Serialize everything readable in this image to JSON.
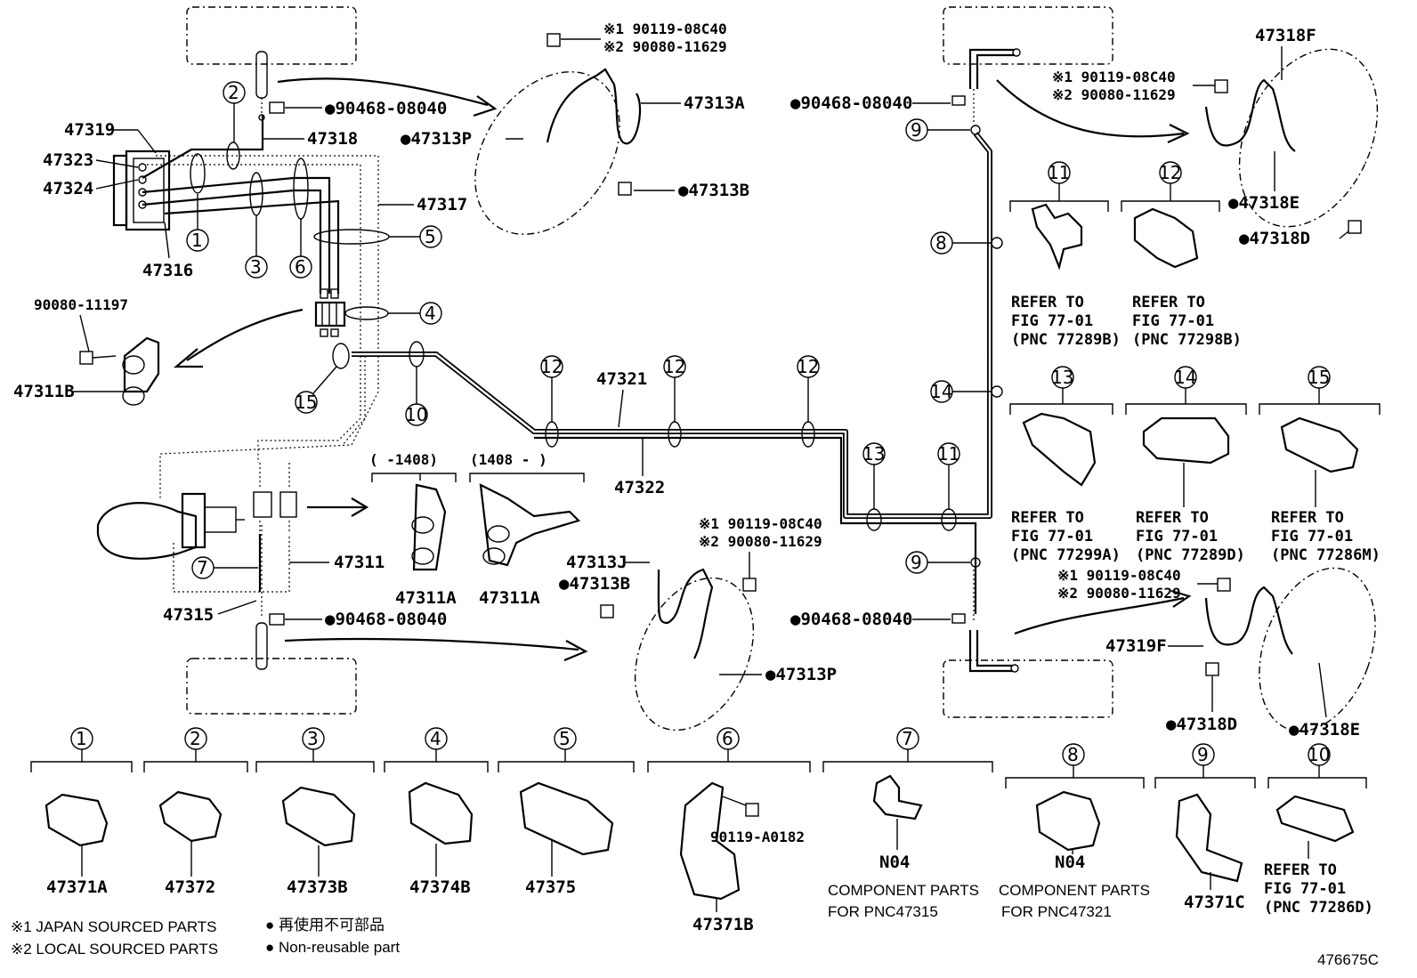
{
  "parts": {
    "p47319": "47319",
    "p47323": "47323",
    "p47324": "47324",
    "p47316": "47316",
    "p47318": "47318",
    "p47317": "47317",
    "p90080_11197": "90080-11197",
    "p47311B": "47311B",
    "p47311": "47311",
    "p47315": "47315",
    "p47311A_1": "47311A",
    "p47311A_2": "47311A",
    "range1": "(     -1408)",
    "range2": "(1408 -     )",
    "p47321": "47321",
    "p47322": "47322",
    "p47313A": "47313A",
    "p47313P_top": "●47313P",
    "p47313B_top": "●47313B",
    "p47313J": "47313J",
    "p47313B_mid": "●47313B",
    "p47313P_mid": "●47313P",
    "p90468_a": "●90468-08040",
    "p90468_b": "●90468-08040",
    "p90468_c": "●90468-08040",
    "p90468_d": "●90468-08040",
    "p47318F": "47318F",
    "p47318E_top": "●47318E",
    "p47318D_top": "●47318D",
    "p47319F": "47319F",
    "p47318D_bot": "●47318D",
    "p47318E_bot": "●47318E",
    "bolt1_top": "※1 90119-08C40",
    "bolt2_top": "※2 90080-11629",
    "bolt1_rtop": "※1 90119-08C40",
    "bolt2_rtop": "※2 90080-11629",
    "bolt1_mid": "※1 90119-08C40",
    "bolt2_mid": "※2 90080-11629",
    "bolt1_rbot": "※1 90119-08C40",
    "bolt2_rbot": "※2 90080-11629"
  },
  "refs": {
    "r11": [
      "REFER TO",
      "FIG 77-01",
      "(PNC 77289B)"
    ],
    "r12": [
      "REFER TO",
      "FIG 77-01",
      "(PNC 77298B)"
    ],
    "r13": [
      "REFER TO",
      "FIG 77-01",
      "(PNC 77299A)"
    ],
    "r14": [
      "REFER TO",
      "FIG 77-01",
      "(PNC 77289D)"
    ],
    "r15": [
      "REFER TO",
      "FIG 77-01",
      "(PNC 77286M)"
    ],
    "r10": [
      "REFER TO",
      "FIG 77-01",
      "(PNC 77286D)"
    ]
  },
  "clamps": {
    "c1": "47371A",
    "c2": "47372",
    "c3": "47373B",
    "c4": "47374B",
    "c5": "47375",
    "c6_bolt": "90119-A0182",
    "c6": "47371B",
    "c7": "N04",
    "c8": "N04",
    "c9": "47371C"
  },
  "components": {
    "line1a": "COMPONENT PARTS",
    "line1b": "COMPONENT PARTS",
    "line2a": "FOR PNC47315",
    "line2b": "FOR PNC47321"
  },
  "legend": {
    "japan": "※1 JAPAN SOURCED PARTS",
    "local": "※2 LOCAL SOURCED PARTS",
    "nonreuse_jp": "● 再使用不可部品",
    "nonreuse_en": "● Non-reusable part"
  },
  "callouts": {
    "n1": "1",
    "n2": "2",
    "n3": "3",
    "n4": "4",
    "n5": "5",
    "n6": "6",
    "n7": "7",
    "n8": "8",
    "n9": "9",
    "n10": "10",
    "n11": "11",
    "n12": "12",
    "n13": "13",
    "n14": "14",
    "n15": "15"
  },
  "figure_id": "476675C"
}
